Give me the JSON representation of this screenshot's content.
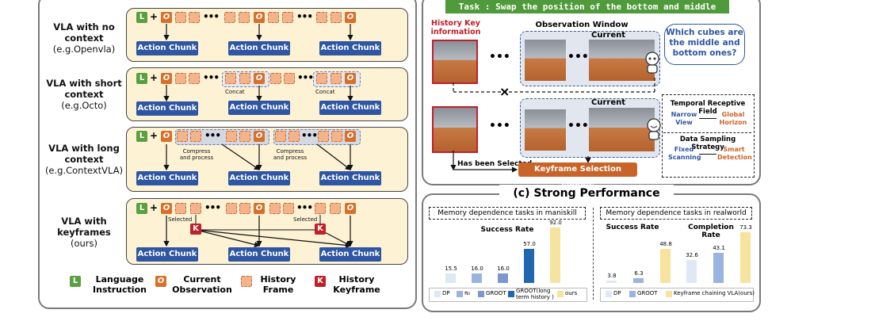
{
  "left": {
    "rows": [
      {
        "title": "VLA with no context",
        "sub": "(e.g.Openvla)"
      },
      {
        "title": "VLA with short context",
        "sub": "(e.g.Octo)"
      },
      {
        "title": "VLA with long context",
        "sub": "(e.g.ContextVLA)"
      },
      {
        "title": "VLA with keyframes",
        "sub": "(ours)"
      }
    ],
    "action_chunk": "Action Chunk",
    "concat": "Concat",
    "compress": "Compress and process",
    "selected": "Selected",
    "l_letter": "L",
    "o_letter": "O",
    "k_letter": "K",
    "plus": "+",
    "legend": {
      "language": "Language Instruction",
      "current": "Current Observation",
      "history": "History Frame",
      "keyframe": "History Keyframe"
    }
  },
  "right": {
    "task": "Task :  Swap the position of the bottom and middle cubes.",
    "history_key": "History Key information",
    "obs_window": "Observation Window",
    "current": "Current",
    "question": "Which cubes are the middle and bottom ones?",
    "has_been_selected": "Has been Selected",
    "keyframe_module": "Keyframe Selection Module",
    "trf_title": "Temporal Receptive Field",
    "narrow": "Narrow View",
    "global": "Global Horizon",
    "dss_title": "Data Sampling Strategy",
    "fixed": "Fixed Scanning",
    "smart": "Smart Detection",
    "ellipsis": "•••",
    "cross": "×"
  },
  "perf": {
    "title": "(c) Strong Performance",
    "maniskill_title": "Memory dependence tasks in maniskill",
    "realworld_title": "Memory dependence tasks in realworld",
    "success_rate": "Success Rate",
    "completion_rate": "Completion Rate",
    "colors": {
      "dp": "#dfe8f6",
      "pi0": "#9bb3df",
      "groot": "#7b97d2",
      "groot_long": "#2266b0",
      "ours": "#f6e39e"
    }
  },
  "chart_data": [
    {
      "type": "bar",
      "title": "Success Rate",
      "categories": [
        "DP",
        "π₀",
        "GROOT",
        "GROOT(long term history )",
        "ours"
      ],
      "values": [
        15.5,
        16.0,
        16.0,
        57.0,
        92.0
      ]
    },
    {
      "type": "bar",
      "title": "Success Rate",
      "categories": [
        "DP",
        "GROOT",
        "Keyframe chaining VLA(ours)"
      ],
      "values": [
        3.8,
        6.3,
        48.8
      ]
    },
    {
      "type": "bar",
      "title": "Completion Rate",
      "categories": [
        "DP",
        "GROOT",
        "Keyframe chaining VLA(ours)"
      ],
      "values": [
        32.6,
        43.1,
        73.3
      ]
    }
  ]
}
